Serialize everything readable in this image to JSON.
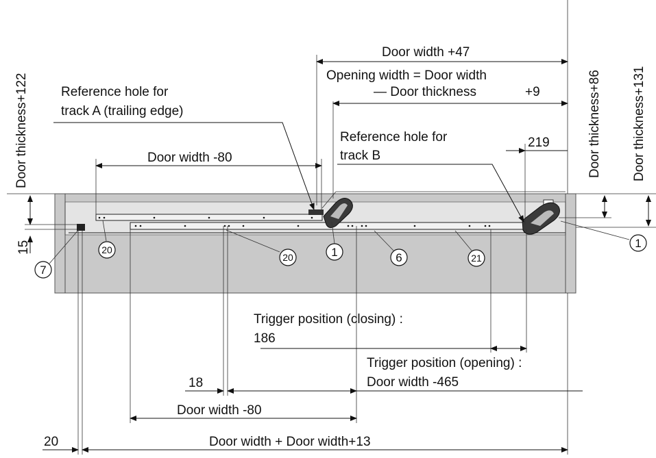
{
  "labels": {
    "door_width_plus47": "Door width +47",
    "opening_width_line1": "Opening width = Door width",
    "opening_width_line2": "— Door thickness",
    "opening_width_plus9": "+9",
    "ref_hole_a_line1": "Reference hole for",
    "ref_hole_a_line2": "track A (trailing edge)",
    "ref_hole_b_line1": "Reference hole for",
    "ref_hole_b_line2": "track B",
    "door_width_minus80_top": "Door width -80",
    "dim_219": "219",
    "door_thickness_122": "Door thickness+122",
    "door_thickness_86": "Door thickness+86",
    "door_thickness_131": "Door thickness+131",
    "dim_15": "15",
    "trigger_closing_line1": "Trigger position (closing) :",
    "trigger_closing_line2": "186",
    "trigger_opening_line1": "Trigger position (opening) :",
    "trigger_opening_line2": "Door width -465",
    "dim_18": "18",
    "door_width_minus80_bottom": "Door width -80",
    "dim_20": "20",
    "door_width_bottom": "Door width  + Door width+13"
  },
  "callouts": {
    "c1_left": "1",
    "c1_right": "1",
    "c6": "6",
    "c7": "7",
    "c20_left": "20",
    "c20_mid": "20",
    "c21": "21"
  }
}
